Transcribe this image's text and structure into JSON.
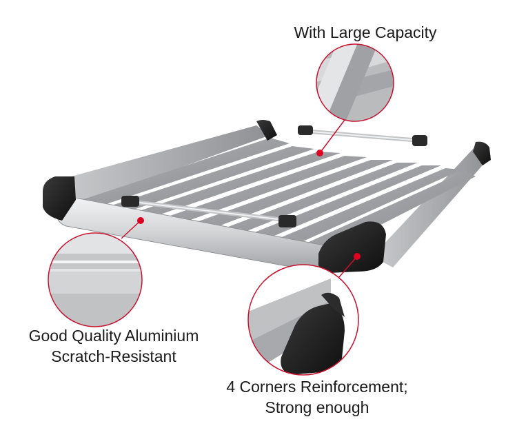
{
  "captions": {
    "capacity": [
      "With Large Capacity"
    ],
    "aluminium": [
      "Good Quality Aluminium",
      "Scratch-Resistant"
    ],
    "corners": [
      "4 Corners Reinforcement;",
      "Strong enough"
    ]
  },
  "colors": {
    "callout_ring": "#c8102e",
    "callout_dot": "#e00020",
    "aluminium_light": "#d9dadb",
    "aluminium_mid": "#a8aaac",
    "aluminium_dark": "#7f8184",
    "corner_cap": "#1e1e1e",
    "text": "#1a1a1a"
  }
}
